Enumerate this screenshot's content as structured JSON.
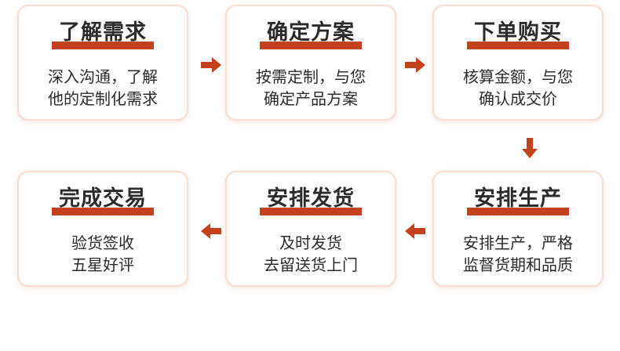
{
  "steps": [
    {
      "title": "了解需求",
      "desc": [
        "深入沟通，了解",
        "他的定制化需求"
      ]
    },
    {
      "title": "确定方案",
      "desc": [
        "按需定制，与您",
        "确定产品方案"
      ]
    },
    {
      "title": "下单购买",
      "desc": [
        "核算金额，与您",
        "确认成交价"
      ]
    },
    {
      "title": "安排生产",
      "desc": [
        "安排生产，严格",
        "监督货期和品质"
      ]
    },
    {
      "title": "安排发货",
      "desc": [
        "及时发货",
        "去留送货上门"
      ]
    },
    {
      "title": "完成交易",
      "desc": [
        "验货签收",
        "五星好评"
      ]
    }
  ],
  "colors": {
    "accent": "#c4411e",
    "border": "#f6ddd0",
    "text": "#2b2b2b"
  }
}
